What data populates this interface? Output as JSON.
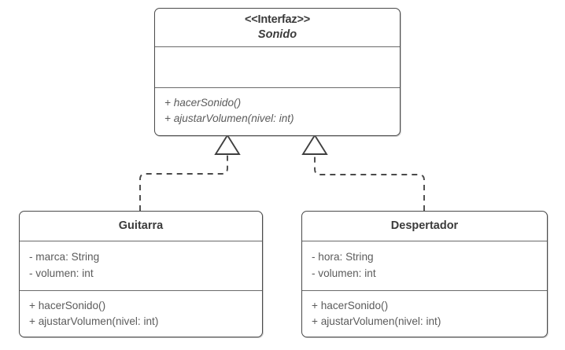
{
  "diagram": {
    "type": "uml-class-diagram",
    "title_text": "",
    "background_color": "#ffffff",
    "line_color": "#4a4a4a",
    "text_color_title": "#3b3b3b",
    "text_color_member": "#5b5b5b",
    "classes": [
      {
        "id": "interfaz-sonido",
        "stereotype": "<<Interfaz>>",
        "name": "Sonido",
        "name_italic": true,
        "attributes": [],
        "methods": [
          "+ hacerSonido()",
          "+ ajustarVolumen(nivel: int)"
        ]
      },
      {
        "id": "guitarra",
        "stereotype": "",
        "name": "Guitarra",
        "name_italic": false,
        "attributes": [
          "- marca: String",
          "- volumen: int"
        ],
        "methods": [
          "+ hacerSonido()",
          "+ ajustarVolumen(nivel: int)"
        ]
      },
      {
        "id": "despertador",
        "stereotype": "",
        "name": "Despertador",
        "name_italic": false,
        "attributes": [
          "- hora: String",
          "- volumen: int"
        ],
        "methods": [
          "+ hacerSonido()",
          "+ ajustarVolumen(nivel: int)"
        ]
      }
    ],
    "relations": [
      {
        "id": "realization-guitarra",
        "kind": "realization",
        "from": "guitarra",
        "to": "interfaz-sonido",
        "line_style": "dashed",
        "arrow_head": "hollow-triangle"
      },
      {
        "id": "realization-despertador",
        "kind": "realization",
        "from": "despertador",
        "to": "interfaz-sonido",
        "line_style": "dashed",
        "arrow_head": "hollow-triangle"
      }
    ]
  }
}
